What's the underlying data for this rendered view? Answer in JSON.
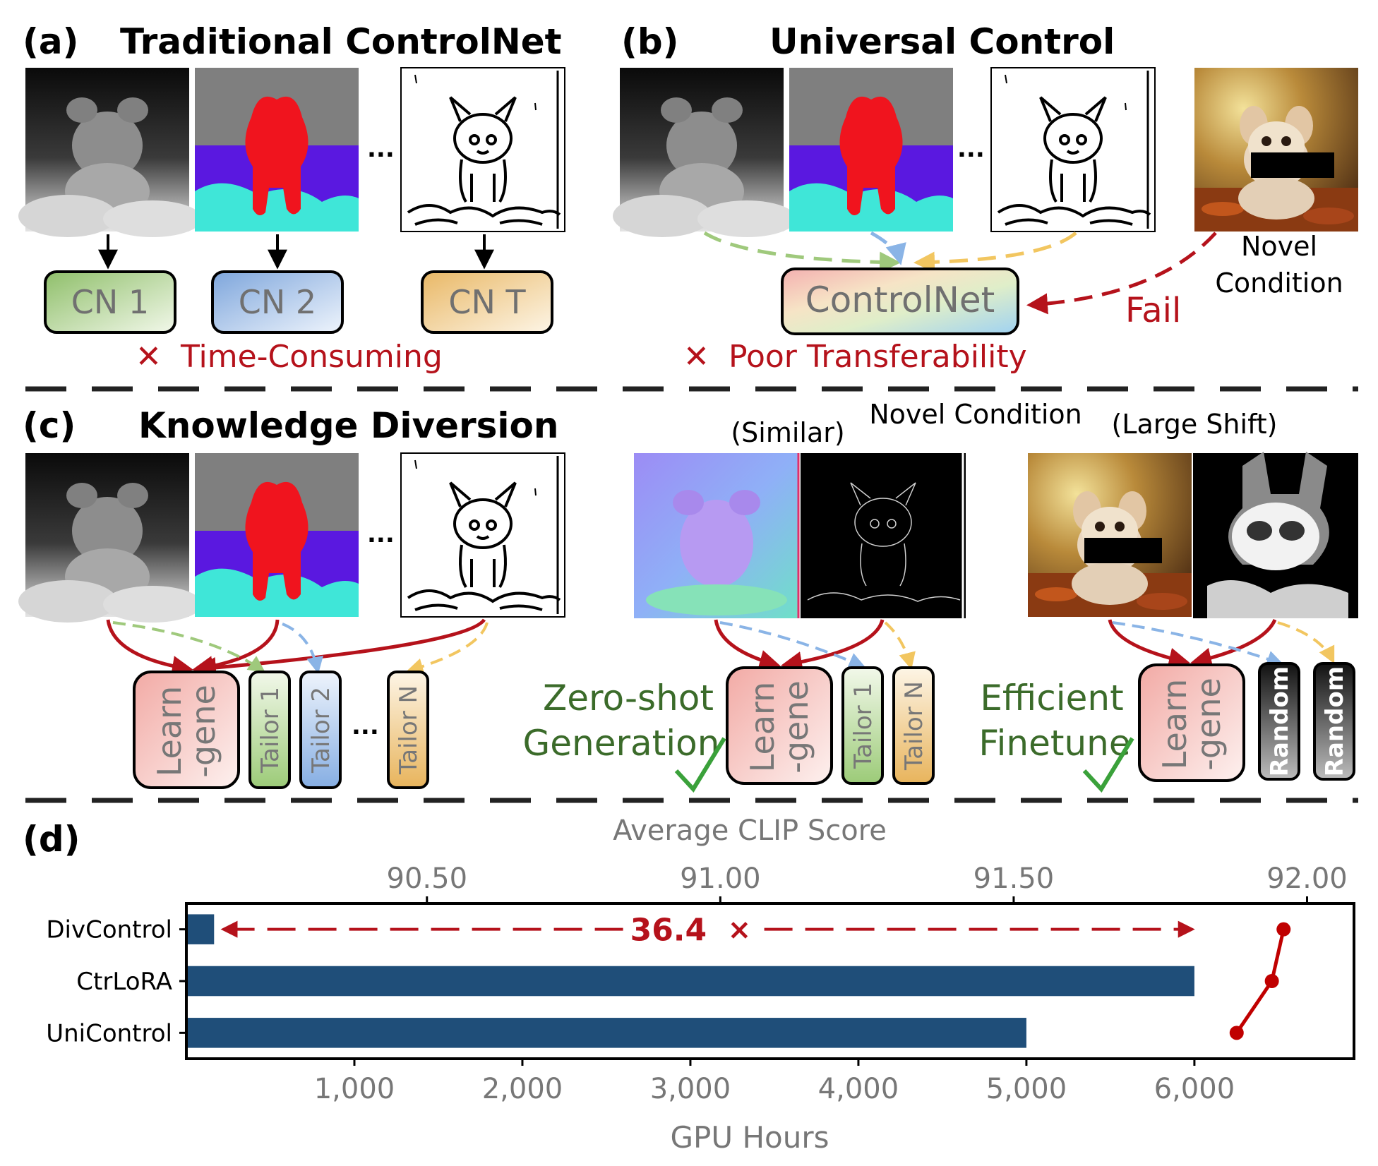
{
  "panel_a": {
    "label": "(a)",
    "title": "Traditional ControlNet",
    "ellipsis": "...",
    "boxes": [
      "CN 1",
      "CN 2",
      "CN T"
    ],
    "issue": "Time-Consuming",
    "cross": "✕"
  },
  "panel_b": {
    "label": "(b)",
    "title": "Universal Control",
    "ellipsis": "...",
    "model": "ControlNet",
    "novel_line1": "Novel",
    "novel_line2": "Condition",
    "fail": "Fail",
    "issue": "Poor Transferability",
    "cross": "✕"
  },
  "panel_c": {
    "label": "(c)",
    "title": "Knowledge Diversion",
    "ellipsis": "...",
    "novel_condition": "Novel Condition",
    "similar": "(Similar)",
    "large_shift": "(Large Shift)",
    "learngene_line1": "Learn",
    "learngene_line2": "-gene",
    "tailors": [
      "Tailor 1",
      "Tailor 2",
      "Tailor N"
    ],
    "tailors_mid": [
      "Tailor 1",
      "Tailor N"
    ],
    "random": "Random",
    "zero_shot_line1": "Zero-shot",
    "zero_shot_line2": "Generation",
    "efficient_line1": "Efficient",
    "efficient_line2": "Finetune",
    "check": "✓"
  },
  "panel_d": {
    "label": "(d)",
    "speedup": "36.4",
    "speedup_mark": "×"
  },
  "chart_data": {
    "type": "bar",
    "orientation": "horizontal",
    "categories": [
      "DivControl",
      "CtrLoRA",
      "UniControl"
    ],
    "series": [
      {
        "name": "GPU Hours",
        "type": "bar",
        "values": [
          165,
          6000,
          5000
        ],
        "color": "#1f4e79"
      },
      {
        "name": "Average CLIP Score",
        "type": "line",
        "values": [
          91.96,
          91.94,
          91.88
        ],
        "color": "#c00000"
      }
    ],
    "xlabel": "GPU Hours",
    "x2label": "Average CLIP Score",
    "xticks": [
      "1,000",
      "2,000",
      "3,000",
      "4,000",
      "5,000",
      "6,000"
    ],
    "xtick_values": [
      1000,
      2000,
      3000,
      4000,
      5000,
      6000
    ],
    "x2ticks": [
      "90.50",
      "91.00",
      "91.50",
      "92.00"
    ],
    "x2tick_values": [
      90.5,
      91.0,
      91.5,
      92.0
    ],
    "xlim": [
      0,
      6950
    ],
    "x2lim": [
      90.09,
      92.08
    ],
    "grid": false
  },
  "colors": {
    "red": "#b5121b",
    "green_text": "#3b6b2a",
    "bar": "#1f4e79",
    "gray_text": "#777777"
  }
}
